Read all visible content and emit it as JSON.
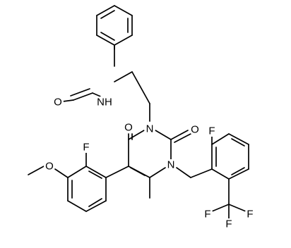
{
  "structure": {
    "atom_labels": {
      "formyl_oxygen": "O",
      "amide_nitrogen": "N",
      "amide_hydrogen": "H",
      "ring_n1": "N",
      "ring_n3": "N",
      "ring_c4_oxygen": "O",
      "ring_c2_oxygen": "O",
      "aryl_fluorine": "F",
      "methoxy_oxygen": "O",
      "benzyl_fluorine": "F",
      "cf3_f_left": "F",
      "cf3_f_right": "F",
      "cf3_f_bottom": "F"
    },
    "colors": {
      "ink": "#000000",
      "background": "#ffffff"
    }
  }
}
